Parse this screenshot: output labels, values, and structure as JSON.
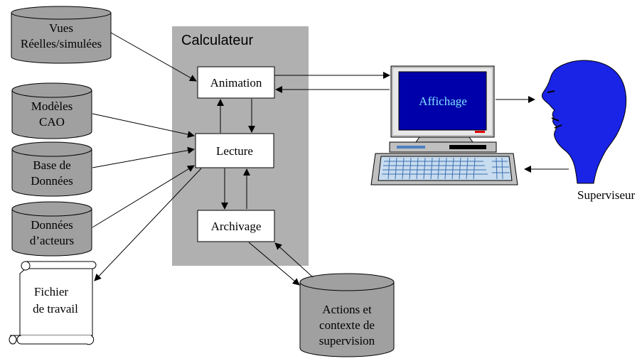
{
  "diagram": {
    "calculator_title": "Calculateur",
    "databases": {
      "vues": [
        "Vues",
        "Réelles/simulées"
      ],
      "modeles": [
        "Modèles",
        "CAO"
      ],
      "base": [
        "Base de",
        "Données"
      ],
      "acteurs": [
        "Données",
        "d’acteurs"
      ],
      "actions": [
        "Actions et",
        "contexte de",
        "supervision"
      ]
    },
    "file": [
      "Fichier",
      "de travail"
    ],
    "modules": {
      "animation": "Animation",
      "lecture": "Lecture",
      "archivage": "Archivage"
    },
    "screen_label": "Affichage",
    "operator_label": "Superviseur"
  },
  "colors": {
    "db_fill": "#a0a0a0",
    "calc_bg": "#b0b0b0",
    "monitor_body": "#c0c0c0",
    "screen": "#0000aa",
    "screen_text": "#7fe0ff",
    "head": "#1a24e6",
    "keyboard": "#c8dcf0"
  },
  "icons": [
    "database-icon",
    "scroll-icon",
    "computer-icon",
    "keyboard-icon",
    "head-icon"
  ]
}
